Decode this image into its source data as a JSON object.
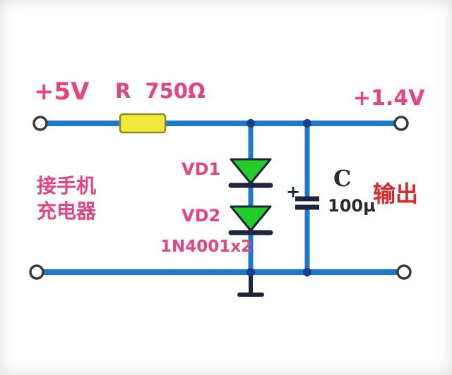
{
  "labels": {
    "input_voltage": "+5V",
    "resistor": "R  750Ω",
    "output_voltage": "+1.4V",
    "caption_line1": "接手机",
    "caption_line2": "充电器",
    "vd1": "VD1",
    "vd2": "VD2",
    "diode_type": "1N4001x2",
    "cap_name": "C",
    "cap_value": "100µ",
    "cap_polarity": "+",
    "output_caption": "输出"
  },
  "colors": {
    "background": "#ffffff",
    "wire": "#1c79cf",
    "junction": "#173f8a",
    "component_dark": "#1c2440",
    "resistor_fill": "#f2e93c",
    "resistor_stroke": "#8b8b1f",
    "diode_fill": "#23cc28",
    "label_pink": "#e8437f",
    "label_red": "#e02525",
    "label_dark": "#2b2b2b",
    "terminal_stroke": "#3a3a3a"
  }
}
